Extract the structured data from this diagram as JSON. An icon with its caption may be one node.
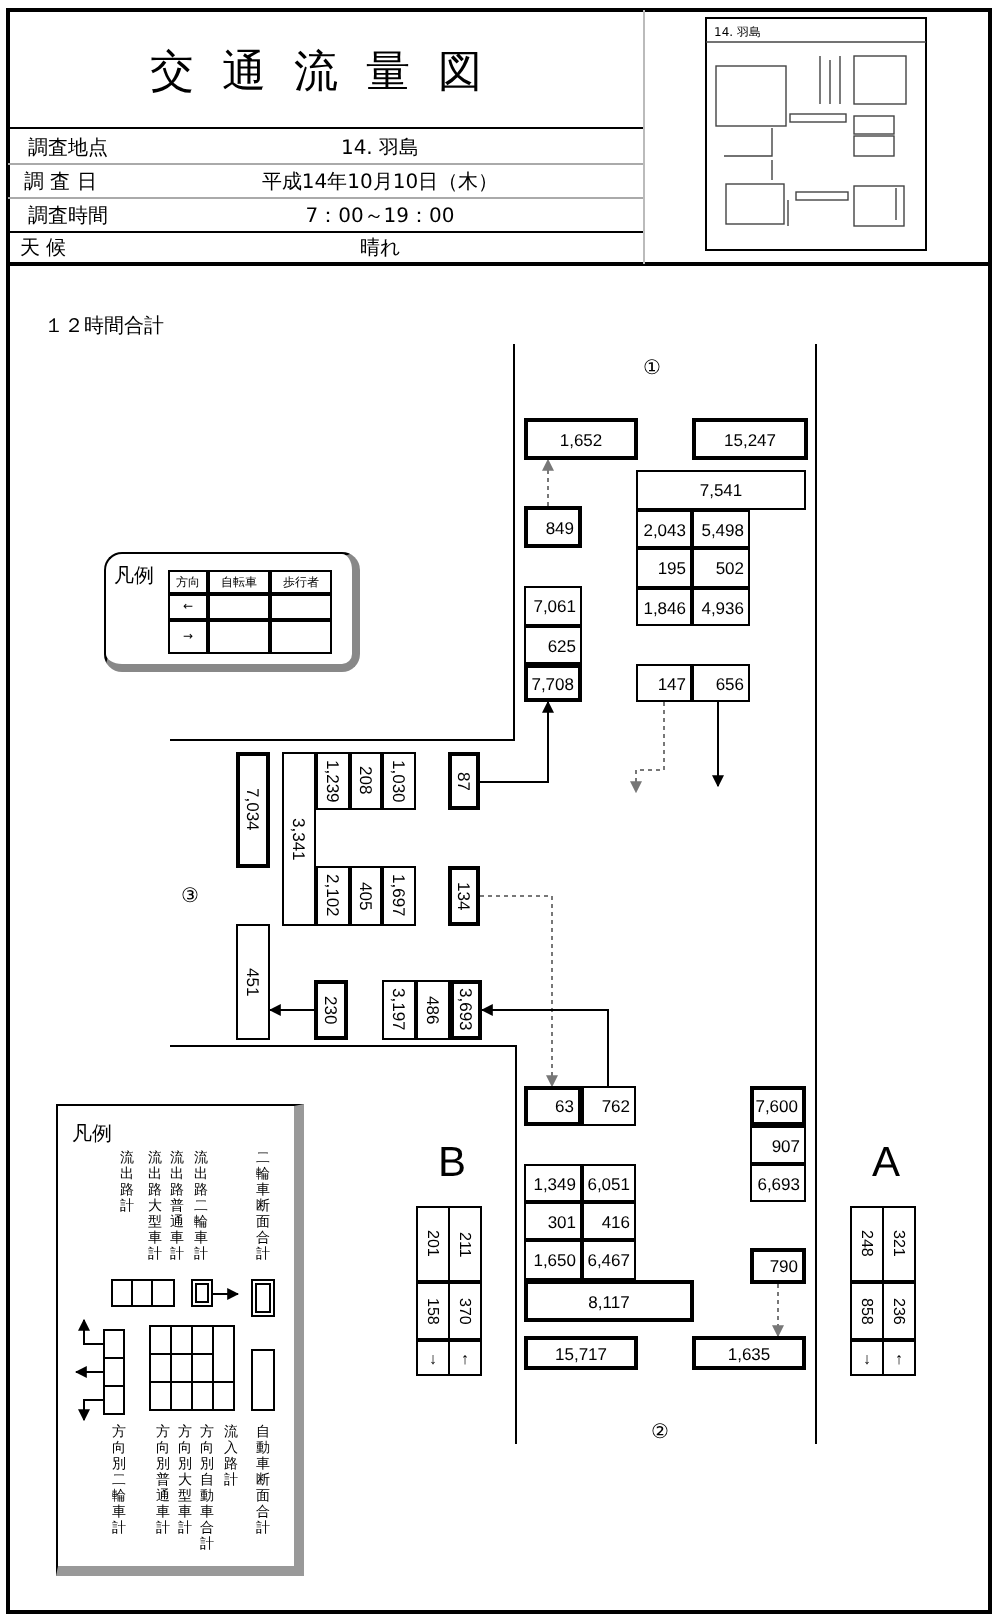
{
  "diagram": {
    "title": "交通流量図",
    "nodes": [
      {
        "text": [
          "1,652"
        ]
      },
      {
        "text": [
          "15,247"
        ]
      },
      {
        "text": [
          "7,541"
        ]
      },
      {
        "text": [
          "849"
        ]
      },
      {
        "text": [
          "2,043"
        ]
      },
      {
        "text": [
          "5,498"
        ]
      },
      {
        "text": [
          "195"
        ]
      },
      {
        "text": [
          "502"
        ]
      },
      {
        "text": [
          "7,061"
        ]
      },
      {
        "text": [
          "1,846"
        ]
      },
      {
        "text": [
          "4,936"
        ]
      },
      {
        "text": [
          "625"
        ]
      },
      {
        "text": [
          "7,708"
        ]
      },
      {
        "text": [
          "147"
        ]
      },
      {
        "text": [
          "656"
        ]
      },
      {
        "text": [
          "7,034"
        ]
      },
      {
        "text": [
          "3,341"
        ]
      },
      {
        "text": [
          "1,239"
        ]
      },
      {
        "text": [
          "208"
        ]
      },
      {
        "text": [
          "1,030"
        ]
      },
      {
        "text": [
          "87"
        ]
      },
      {
        "text": [
          "2,102"
        ]
      },
      {
        "text": [
          "405"
        ]
      },
      {
        "text": [
          "1,697"
        ]
      },
      {
        "text": [
          "134"
        ]
      },
      {
        "text": [
          "451"
        ]
      },
      {
        "text": [
          "230"
        ]
      },
      {
        "text": [
          "3,197"
        ]
      },
      {
        "text": [
          "486"
        ]
      },
      {
        "text": [
          "3,693"
        ]
      },
      {
        "text": [
          "63"
        ]
      },
      {
        "text": [
          "762"
        ]
      },
      {
        "text": [
          "7,600"
        ]
      },
      {
        "text": [
          "907"
        ]
      },
      {
        "text": [
          "1,349"
        ]
      },
      {
        "text": [
          "6,051"
        ]
      },
      {
        "text": [
          "6,693"
        ]
      },
      {
        "text": [
          "301"
        ]
      },
      {
        "text": [
          "416"
        ]
      },
      {
        "text": [
          "1,650"
        ]
      },
      {
        "text": [
          "6,467"
        ]
      },
      {
        "text": [
          "790"
        ]
      },
      {
        "text": [
          "8,117"
        ]
      },
      {
        "text": [
          "15,717"
        ]
      },
      {
        "text": [
          "1,635"
        ]
      }
    ],
    "edges": [
      {
        "from": 3,
        "to": 0,
        "arrow": "to",
        "style": "dashed"
      },
      {
        "from": 13,
        "to": null,
        "arrow": "to",
        "style": "dashed"
      },
      {
        "from": 14,
        "to": null,
        "arrow": "to",
        "color": "#000000"
      },
      {
        "from": 20,
        "to": 12,
        "arrow": "to",
        "color": "#000000"
      },
      {
        "from": 24,
        "to": 30,
        "arrow": "to",
        "style": "dashed"
      },
      {
        "from": 31,
        "to": 29,
        "arrow": "to",
        "color": "#000000"
      },
      {
        "from": 26,
        "to": 25,
        "arrow": "to",
        "color": "#000000"
      },
      {
        "from": 41,
        "to": 44,
        "arrow": "to",
        "style": "dashed"
      }
    ],
    "labels": [
      "調査地点",
      "14. 羽島",
      "調 査 日",
      "平成14年10月10日（木）",
      "調査時間",
      "7：00～19：00",
      "天 候",
      "晴れ",
      "14. 羽島",
      "１２時間合計",
      "①",
      "凡例",
      "方向",
      "自転車",
      "歩行者",
      "←",
      "→",
      "③",
      "B",
      "201",
      "211",
      "158",
      "370",
      "↓",
      "↑",
      "A",
      "248",
      "321",
      "858",
      "236",
      "↓",
      "↑",
      "②",
      "凡例",
      "二輪車断面合計",
      "流出路二輪車計",
      "流出路普通車計",
      "流出路大型車計",
      "流出路計",
      "自動車断面合計",
      "流入路計",
      "方向別自動車合計",
      "方向別大型車計",
      "方向別普通車計",
      "方向別二輪車計"
    ]
  }
}
